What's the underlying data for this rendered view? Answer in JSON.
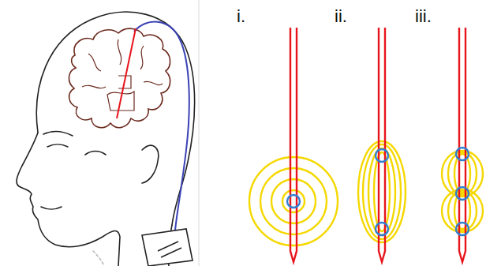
{
  "diagram": {
    "labels": [
      "i.",
      "ii.",
      "iii."
    ]
  }
}
